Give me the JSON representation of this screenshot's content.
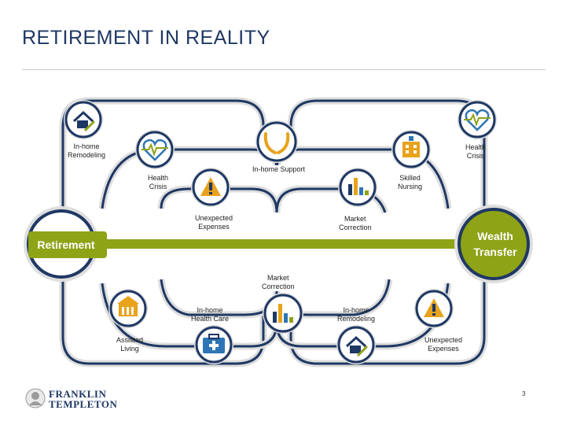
{
  "title": "RETIREMENT IN REALITY",
  "diagram": {
    "start_label": "Retirement",
    "end_label_line1": "Wealth",
    "end_label_line2": "Transfer",
    "events": {
      "tl_remodeling": "In-home\nRemodeling",
      "tl_health_crisis": "Health\nCrisis",
      "top_support": "In-home Support",
      "tr_health_crisis": "Health\nCrisis",
      "tr_skilled_nursing": "Skilled\nNursing",
      "mid_unexpected": "Unexpected\nExpenses",
      "mid_market": "Market\nCorrection",
      "bot_market": "Market\nCorrection",
      "bot_health_care": "In-home\nHealth Care",
      "bot_remodeling": "In-home\nRemodeling",
      "bl_assisted": "Assisted\nLiving",
      "br_unexpected": "Unexpected\nExpenses"
    },
    "colors": {
      "navy": "#1f3864",
      "green": "#8fa317",
      "icon_blue": "#2e75b6"
    }
  },
  "footer": {
    "logo_line1": "FRANKLIN",
    "logo_line2": "TEMPLETON",
    "page_number": "3"
  }
}
